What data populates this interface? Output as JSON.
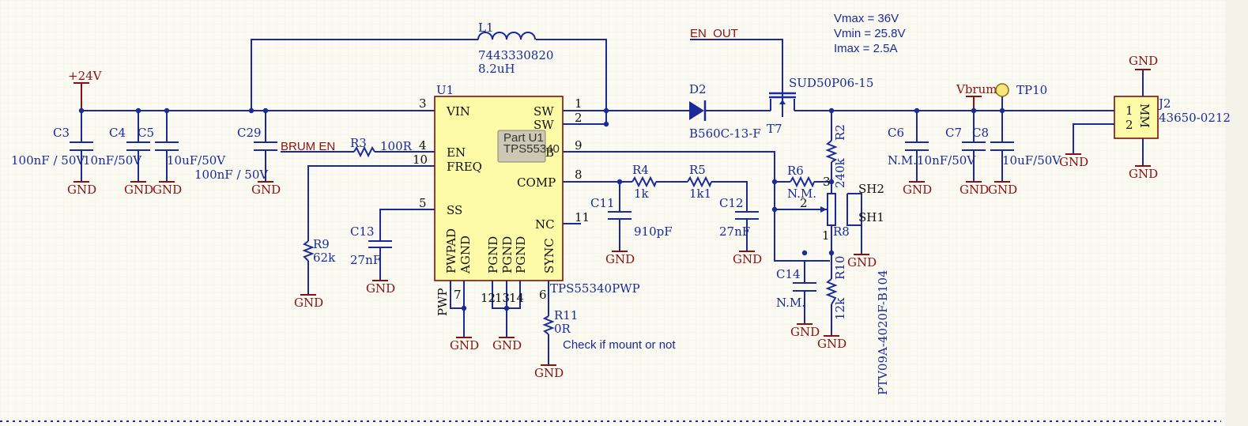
{
  "notes": {
    "vmax": "Vmax = 36V",
    "vmin": "Vmin = 25.8V",
    "imax": "Imax = 2.5A"
  },
  "nets": {
    "v24": "+24V",
    "brum_en": "BRUM EN",
    "en_out": "EN_OUT",
    "vbrum": "Vbrum",
    "gnd": "GND"
  },
  "u1": {
    "ref": "U1",
    "part": "TPS55340PWP",
    "tooltip_line1": "Part U1",
    "tooltip_line2": "TPS55340",
    "pins": {
      "vin": "VIN",
      "sw1": "SW",
      "sw2": "SW",
      "en": "EN",
      "freq": "FREQ",
      "fb": "B",
      "comp": "COMP",
      "ss": "SS",
      "nc": "NC",
      "pwpad": "PWPAD",
      "agnd": "AGND",
      "pgnd1": "PGND",
      "pgnd2": "PGND",
      "pgnd3": "PGND",
      "sync": "SYNC"
    },
    "pin_numbers": {
      "vin": "3",
      "sw1": "1",
      "sw2": "2",
      "en": "4",
      "freq": "10",
      "fb": "9",
      "comp": "8",
      "ss": "5",
      "nc": "11",
      "pwp": "7",
      "p12": "12",
      "p13": "13",
      "p14": "14",
      "sync": "6"
    }
  },
  "l1": {
    "ref": "L1",
    "part": "7443330820",
    "value": "8.2uH"
  },
  "d2": {
    "ref": "D2",
    "part": "B560C-13-F"
  },
  "t7": {
    "ref": "T7",
    "part": "SUD50P06-15"
  },
  "c3": {
    "ref": "C3",
    "value": "100nF / 50V"
  },
  "c4": {
    "ref": "C4",
    "value": "10nF/50V"
  },
  "c5": {
    "ref": "C5",
    "value": "10uF/50V"
  },
  "c29": {
    "ref": "C29",
    "value": "100nF / 50V"
  },
  "r3": {
    "ref": "R3",
    "value": "100R"
  },
  "r9": {
    "ref": "R9",
    "value": "62k"
  },
  "c13": {
    "ref": "C13",
    "value": "27nF"
  },
  "c11": {
    "ref": "C11",
    "value": "910pF"
  },
  "r4": {
    "ref": "R4",
    "value": "1k"
  },
  "r5": {
    "ref": "R5",
    "value": "1k1"
  },
  "c12": {
    "ref": "C12",
    "value": "27nF"
  },
  "r11": {
    "ref": "R11",
    "value": "0R",
    "note": "Check if mount or not"
  },
  "pwp_label": "PWP",
  "r6": {
    "ref": "R6",
    "value": "N.M."
  },
  "r2": {
    "ref": "R2",
    "value": "240k"
  },
  "r8": {
    "ref": "R8",
    "part": "PTV09A-4020F-B104",
    "pin1": "1",
    "pin2": "2",
    "pin3": "3"
  },
  "c14": {
    "ref": "C14",
    "value": "N.M."
  },
  "r10": {
    "ref": "R10",
    "value": "12k"
  },
  "sh1": "SH1",
  "sh2": "SH2",
  "c6": {
    "ref": "C6",
    "value": "N.M."
  },
  "c7": {
    "ref": "C7",
    "value": "10nF/50V"
  },
  "c8": {
    "ref": "C8",
    "value": "10uF/50V"
  },
  "tp10": {
    "ref": "TP10"
  },
  "j2": {
    "ref": "J2",
    "part": "43650-0212",
    "pin1": "1",
    "pin2": "2",
    "mark": "MM"
  },
  "colors": {
    "wire": "#1a2a9a",
    "power": "#8b1010",
    "body": "#fdfba8",
    "background": "#fbfaf2"
  }
}
